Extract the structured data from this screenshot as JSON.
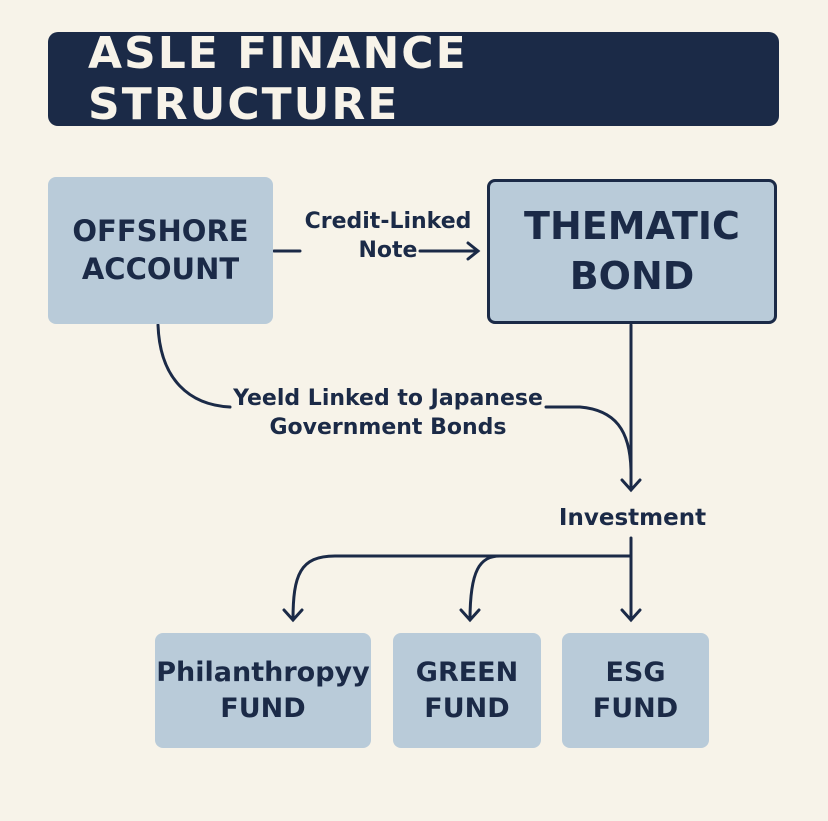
{
  "title": "ASLE FINANCE STRUCTURE",
  "nodes": {
    "offshore": [
      "OFFSHORE",
      "ACCOUNT"
    ],
    "thematic": [
      "THEMATIC",
      "BOND"
    ],
    "philanthropy": [
      "Philanthropyy",
      "FUND"
    ],
    "green": [
      "GREEN",
      "FUND"
    ],
    "esg": [
      "ESG",
      "FUND"
    ]
  },
  "edges": {
    "credit_linked": [
      "Credit-Linked",
      "Note"
    ],
    "yield": [
      "Yeeld Linked to Japanese",
      "Government Bonds"
    ],
    "investment": "Investment"
  },
  "colors": {
    "navy": "#1b2a47",
    "box": "#b9cbd9",
    "background": "#f7f3e9"
  }
}
